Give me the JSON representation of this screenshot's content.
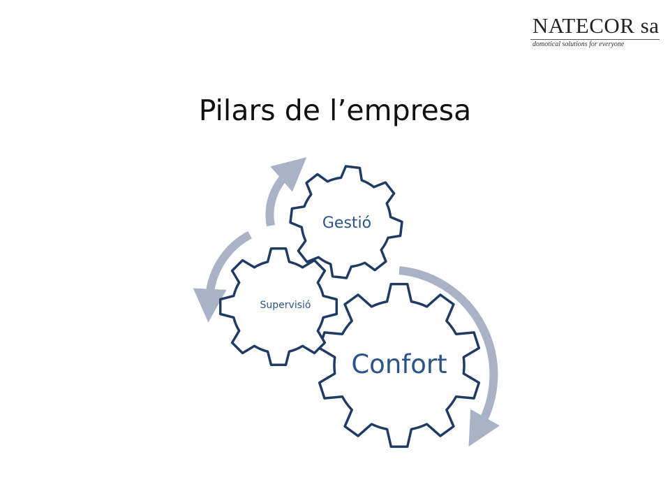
{
  "logo": {
    "name": "NATECOR sa",
    "tagline": "domotical solutions for everyone"
  },
  "slide": {
    "title": "Pilars de l’empresa"
  },
  "diagram": {
    "gears": [
      {
        "id": "confort",
        "label": "Confort"
      },
      {
        "id": "supervisio",
        "label": "Supervisió"
      },
      {
        "id": "gestio",
        "label": "Gestió"
      }
    ]
  },
  "colors": {
    "gear_stroke": "#1f3a63",
    "gear_text": "#2b5488",
    "arrow": "#aab3c5"
  }
}
